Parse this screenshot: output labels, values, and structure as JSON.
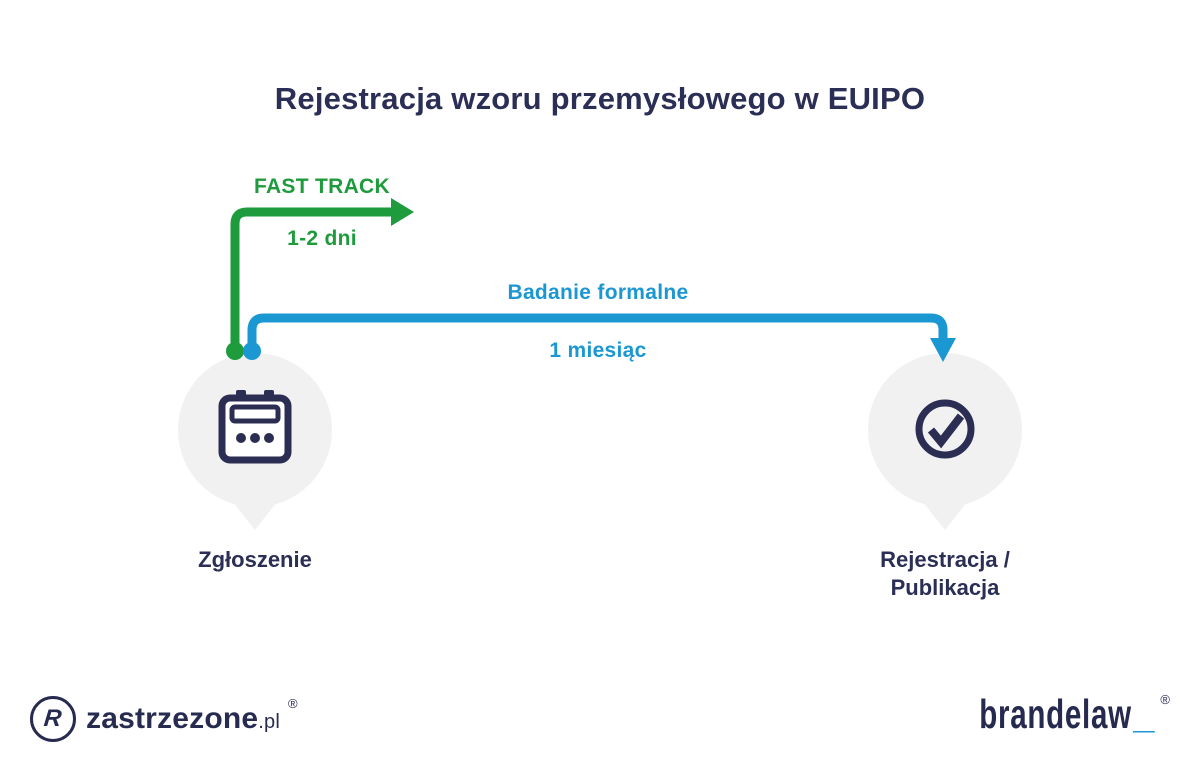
{
  "title": "Rejestracja wzoru przemysłowego w EUIPO",
  "colors": {
    "green": "#1e9b3c",
    "blue": "#1b97d2",
    "navy": "#2b2e55",
    "pin_gray": "#f1f1f2"
  },
  "fast_track": {
    "label": "FAST TRACK",
    "duration": "1-2 dni"
  },
  "formal_exam": {
    "label": "Badanie formalne",
    "duration": "1 miesiąc"
  },
  "nodes": {
    "start": {
      "label": "Zgłoszenie",
      "icon": "calendar-icon"
    },
    "end": {
      "label_line1": "Rejestracja /",
      "label_line2": "Publikacja",
      "icon": "check-circle-icon"
    }
  },
  "footer": {
    "left": {
      "monogram": "R",
      "brand": "zastrzezone",
      "tld": ".pl",
      "registered": "®"
    },
    "right": {
      "brand": "brandelaw",
      "underscore": "_",
      "registered": "®"
    }
  }
}
